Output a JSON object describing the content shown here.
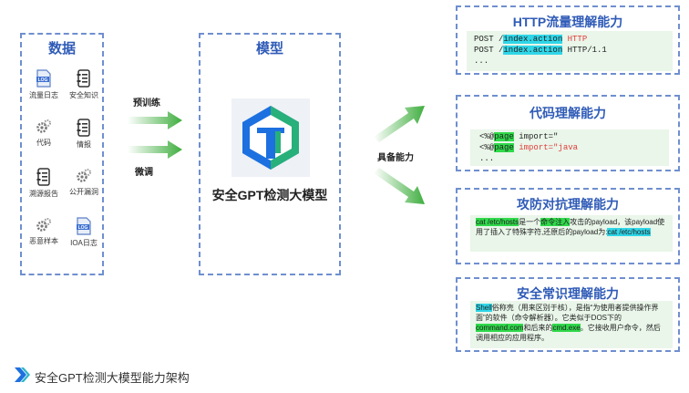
{
  "data_box": {
    "title": "数据",
    "items": [
      {
        "label": "流量日志",
        "icon": "log-file-icon"
      },
      {
        "label": "安全知识",
        "icon": "document-list-icon"
      },
      {
        "label": "代码",
        "icon": "gears-icon"
      },
      {
        "label": "情报",
        "icon": "document-list-icon"
      },
      {
        "label": "溯源报告",
        "icon": "document-list-icon"
      },
      {
        "label": "公开漏洞",
        "icon": "gears-icon"
      },
      {
        "label": "恶意样本",
        "icon": "gears-icon"
      },
      {
        "label": "IOA日志",
        "icon": "log-file-icon"
      }
    ],
    "log_badge": "LOG"
  },
  "arrows": {
    "pretrain": "预训练",
    "finetune": "微调",
    "capability": "具备能力"
  },
  "model_box": {
    "title": "模型",
    "model_name": "安全GPT检测大模型"
  },
  "capabilities": {
    "http": {
      "title": "HTTP流量理解能力",
      "line1": {
        "a": "POST /",
        "b": "index.action",
        "c": " HTTP"
      },
      "line2": {
        "a": "POST /",
        "b": "index.action",
        "c": " HTTP/1.1"
      },
      "ellipsis": "..."
    },
    "code": {
      "title": "代码理解能力",
      "line1": {
        "a": "<%@",
        "b": "page",
        "c": " import=\""
      },
      "line2": {
        "a": "<%@",
        "b": "page",
        "c": " import=\"java"
      },
      "ellipsis": "..."
    },
    "attack": {
      "title": "攻防对抗理解能力",
      "p1": "cat /etc/hosts",
      "p2": "是一个",
      "p3": "命令注入",
      "p4": "攻击的payload，该payload使用了插入了特殊字符,还原后的payload为:",
      "p5": "cat /etc/hosts"
    },
    "knowledge": {
      "title": "安全常识理解能力",
      "p1": "Shell",
      "p2": "俗称壳（用来区别于核），是指“为使用者提供操作界面”的软件（命令解析器）。它类似于DOS下的",
      "p3": "command.com",
      "p4": "和后来的",
      "p5": "cmd.exe",
      "p6": "。它接收用户命令，然后调用相应的应用程序。"
    }
  },
  "caption": "安全GPT检测大模型能力架构"
}
